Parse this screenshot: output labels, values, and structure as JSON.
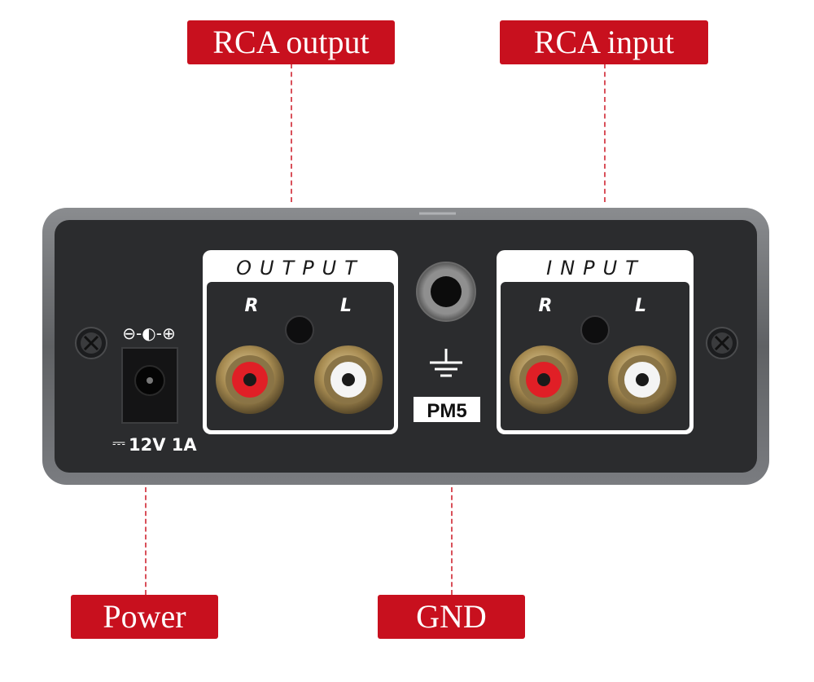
{
  "callouts": {
    "rca_output": "RCA output",
    "rca_input": "RCA input",
    "power": "Power",
    "gnd": "GND"
  },
  "panel": {
    "output_group": {
      "title": "OUTPUT",
      "right": "R",
      "left": "L"
    },
    "input_group": {
      "title": "INPUT",
      "right": "R",
      "left": "L"
    },
    "model": "PM5",
    "power_rating": "12V 1A",
    "polarity_symbol": "⊖-◐-⊕",
    "ground_icon": "ground-icon"
  },
  "colors": {
    "callout_bg": "#c8101e",
    "panel": "#2b2c2e",
    "bezel": "#6e7073",
    "rca_red": "#e01f26",
    "rca_white": "#f4f4f4",
    "gold": "#b59a5e"
  }
}
